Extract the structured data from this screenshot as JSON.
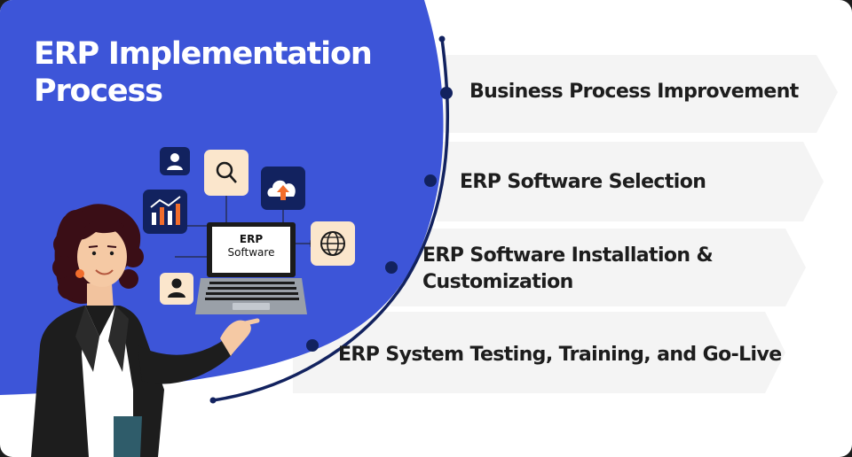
{
  "title": "ERP Implementation Process",
  "steps": [
    {
      "label": "Business Process Improvement"
    },
    {
      "label": "ERP Software Selection"
    },
    {
      "label": "ERP Software Installation & Customization"
    },
    {
      "label": "ERP System Testing, Training,  and Go-Live"
    }
  ],
  "illustration": {
    "screen_line1": "ERP",
    "screen_line2": "Software",
    "icons": [
      "user-icon",
      "search-icon",
      "cloud-upload-icon",
      "analytics-chart-icon",
      "globe-icon",
      "user-icon"
    ]
  },
  "colors": {
    "blue": "#3d55d8",
    "navy": "#12225f",
    "peach": "#fbe6cc",
    "banner": "#f4f4f4",
    "orange": "#f26d2c"
  }
}
